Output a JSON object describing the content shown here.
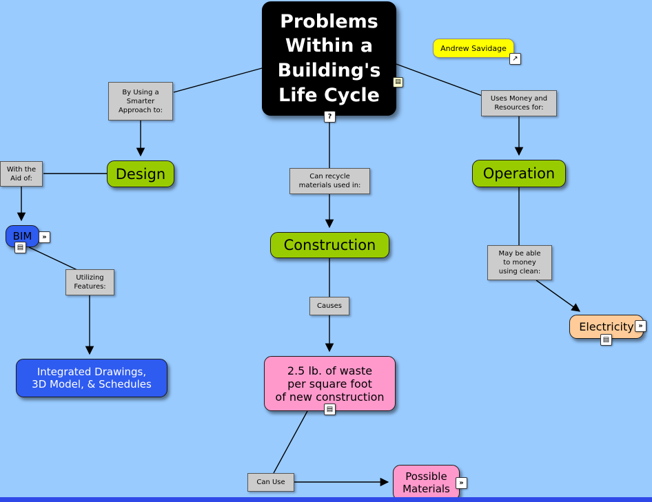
{
  "author": {
    "label": "Andrew Savidage"
  },
  "concepts": {
    "title": {
      "label": "Problems\nWithin a\nBuilding's\nLife Cycle"
    },
    "design": {
      "label": "Design"
    },
    "operation": {
      "label": "Operation"
    },
    "construction": {
      "label": "Construction"
    },
    "bim": {
      "label": "BIM"
    },
    "integrated": {
      "label": "Integrated Drawings,\n3D Model, & Schedules"
    },
    "waste": {
      "label": "2.5 lb. of waste\nper square foot\nof new construction"
    },
    "possible_materials": {
      "label": "Possible\nMaterials"
    },
    "electricity": {
      "label": "Electricity"
    }
  },
  "linking_phrases": {
    "by_using": {
      "label": "By Using a\nSmarter\nApproach to:"
    },
    "uses_money": {
      "label": "Uses Money and\nResources for:"
    },
    "with_aid": {
      "label": "With the\nAid of:"
    },
    "can_recycle": {
      "label": "Can recycle\nmaterials used in:"
    },
    "utilizing": {
      "label": "Utilizing\nFeatures:"
    },
    "may_be_able": {
      "label": "May be able\nto money\nusing clean:"
    },
    "causes": {
      "label": "Causes"
    },
    "can_use": {
      "label": "Can Use"
    }
  },
  "icons": {
    "question": "?",
    "arrow": "↗",
    "chevrons": "»",
    "document": "▤"
  },
  "colors": {
    "canvas_background": "#99CBFF",
    "title_node": "#000000",
    "concept_green": "#99CC00",
    "concept_blue": "#2E5BF0",
    "concept_pink": "#FF99CC",
    "concept_peach": "#FFCC99",
    "linking_phrase_gray": "#CCCCCC",
    "note_yellow": "#FFFF00",
    "bottom_edge_blue": "#2F49E8"
  }
}
